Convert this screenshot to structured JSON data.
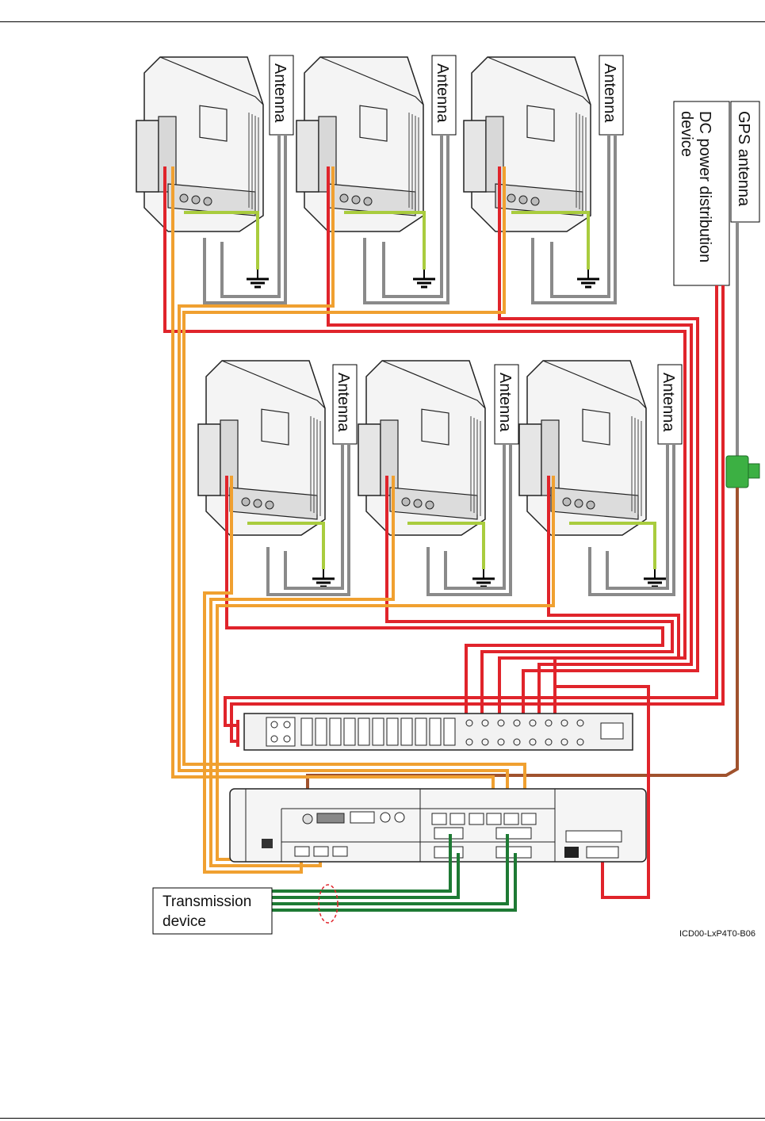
{
  "labels": {
    "antenna": "Antenna",
    "gps_antenna": "GPS antenna",
    "dc_power_line1": "DC power distribution",
    "dc_power_line2": "device",
    "transmission_line1": "Transmission",
    "transmission_line2": "device",
    "figure_code": "ICD00-LxP4T0-B06"
  },
  "colors": {
    "power_cable": "#e0242b",
    "fiber_cable": "#f0a030",
    "ground_cable": "#a9cc3e",
    "rf_cable": "#8a8a8a",
    "transmission_cable": "#1e7a34",
    "gps_cable": "#a0522d",
    "surge_protector": "#3cb043"
  }
}
